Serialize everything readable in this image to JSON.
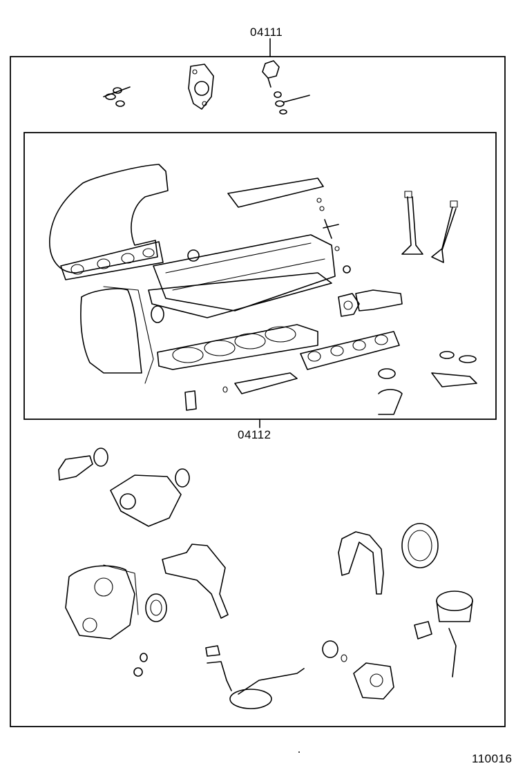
{
  "labels": {
    "kit_top": "04111",
    "kit_inner": "04112",
    "figure_number": "110016"
  }
}
